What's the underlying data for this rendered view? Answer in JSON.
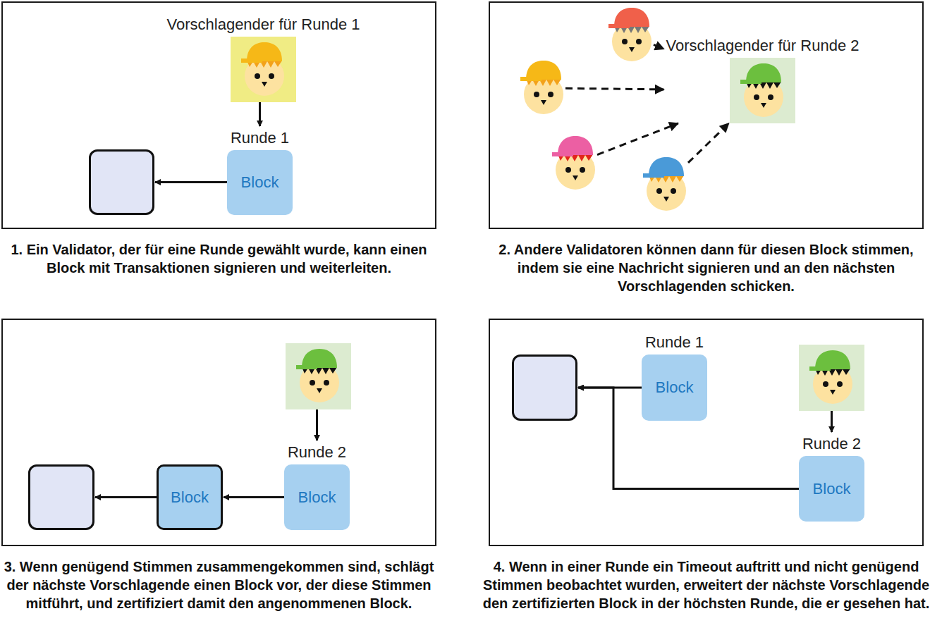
{
  "diagram": {
    "nodes": [
      {
        "text": [
          "1. Ein Validator, der für eine Runde gewählt wurde, kann einen Block mit Transaktionen signieren und weiterleiten."
        ]
      },
      {
        "text": [
          "Vorschlagender für Runde 1"
        ],
        "in": 0
      },
      {
        "text": [
          "Runde 1",
          "Block"
        ],
        "in": 0
      },
      {
        "text": [],
        "in": 0
      },
      {
        "text": [
          "2. Andere Validatoren können dann für diesen Block stimmen, indem sie eine Nachricht signieren und an den nächsten Vorschlagenden schicken."
        ]
      },
      {
        "text": [
          "Vorschlagender für Runde 2"
        ],
        "in": 4
      },
      {
        "text": [],
        "in": 4
      },
      {
        "text": [],
        "in": 4
      },
      {
        "text": [],
        "in": 4
      },
      {
        "text": [],
        "in": 4
      },
      {
        "text": [
          "3. Wenn genügend Stimmen zusammengekommen sind, schlägt der nächste Vorschlagende einen Block vor, der diese Stimmen mitführt, und zertifiziert damit den angenommenen Block."
        ]
      },
      {
        "text": [],
        "in": 10
      },
      {
        "text": [
          "Runde 2",
          "Block"
        ],
        "in": 10
      },
      {
        "text": [
          "Block"
        ],
        "in": 10
      },
      {
        "text": [],
        "in": 10
      },
      {
        "text": [
          "4. Wenn in einer Runde ein Timeout auftritt und nicht genügend Stimmen beobachtet wurden, erweitert der nächste Vorschlagende den zertifizierten Block in der höchsten Runde, die er gesehen hat."
        ]
      },
      {
        "text": [],
        "in": 15
      },
      {
        "text": [
          "Runde 1",
          "Block"
        ],
        "in": 15
      },
      {
        "text": [],
        "in": 15
      },
      {
        "text": [
          "Runde 2",
          "Block"
        ],
        "in": 15
      }
    ],
    "edges": [
      {
        "from": 1,
        "to": 2,
        "arrow": "to"
      },
      {
        "from": 2,
        "to": 3,
        "arrow": "to"
      },
      {
        "from": 6,
        "to": 5,
        "arrow": "to"
      },
      {
        "from": 7,
        "to": 5,
        "arrow": "to"
      },
      {
        "from": 8,
        "to": 5,
        "arrow": "to"
      },
      {
        "from": 9,
        "to": 5,
        "arrow": "to"
      },
      {
        "from": 11,
        "to": 12,
        "arrow": "to"
      },
      {
        "from": 12,
        "to": 13,
        "arrow": "to"
      },
      {
        "from": 13,
        "to": 14,
        "arrow": "to"
      },
      {
        "from": 18,
        "to": 19,
        "arrow": "to"
      },
      {
        "from": 17,
        "to": 16,
        "arrow": "to"
      },
      {
        "from": 19,
        "to": 16,
        "arrow": "to"
      }
    ]
  }
}
